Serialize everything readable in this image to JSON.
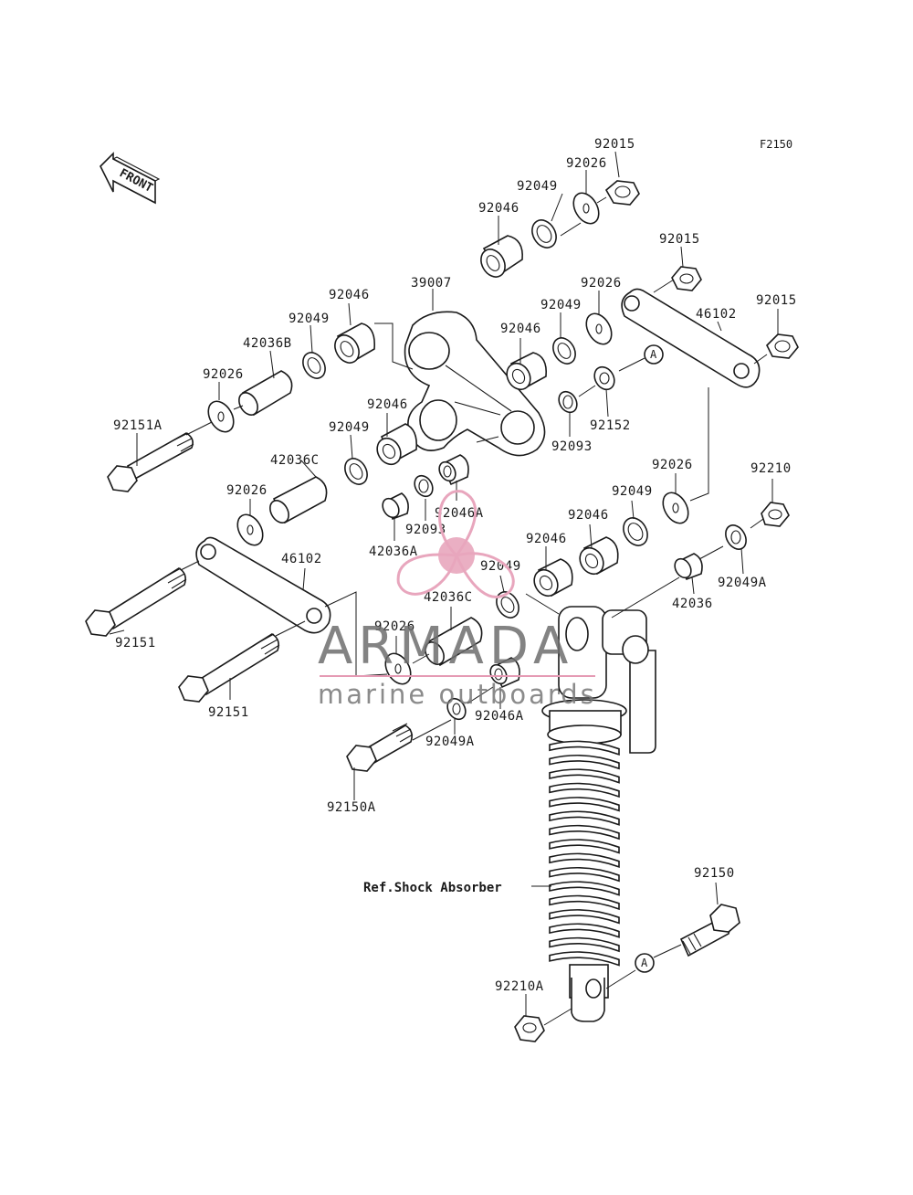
{
  "figure_code": "F2150",
  "front_label": "FRONT",
  "circle_marker": "A",
  "reference": "Ref.Shock Absorber",
  "watermark": {
    "brand": "ARMADA",
    "tagline": "marine outboards",
    "logo_color": "#e8a6bd",
    "line_color": "#e59ab4"
  },
  "labels": {
    "l92015_top": "92015",
    "l92026_top": "92026",
    "l92049_top": "92049",
    "l92046_top": "92046",
    "l92015_mid": "92015",
    "l92015_right": "92015",
    "l46102_right": "46102",
    "l39007": "39007",
    "l92046_left": "92046",
    "l92049_left": "92049",
    "l42036B": "42036B",
    "l92026_left": "92026",
    "l92151A": "92151A",
    "l92026_mid": "92026",
    "l92049_mid": "92049",
    "l92046_mid": "92046",
    "l92152": "92152",
    "l92093_right": "92093",
    "l92046_c": "92046",
    "l92049_c": "92049",
    "l42036C_upper": "42036C",
    "l92026_c": "92026",
    "l92046A_upper": "92046A",
    "l92093_c": "92093",
    "l42036A": "42036A",
    "l92026_r2": "92026",
    "l92210": "92210",
    "l92049_r2": "92049",
    "l92046_r2": "92046",
    "l92046_r3": "92046",
    "l92049A_right": "92049A",
    "l42036": "42036",
    "l92049_c2": "92049",
    "l46102_left": "46102",
    "l42036C_lower": "42036C",
    "l92151_upper": "92151",
    "l92026_lower": "92026",
    "l92151_lower": "92151",
    "l92046A_lower": "92046A",
    "l92049A_lower": "92049A",
    "l92150A": "92150A",
    "l92150": "92150",
    "l92210A": "92210A"
  }
}
